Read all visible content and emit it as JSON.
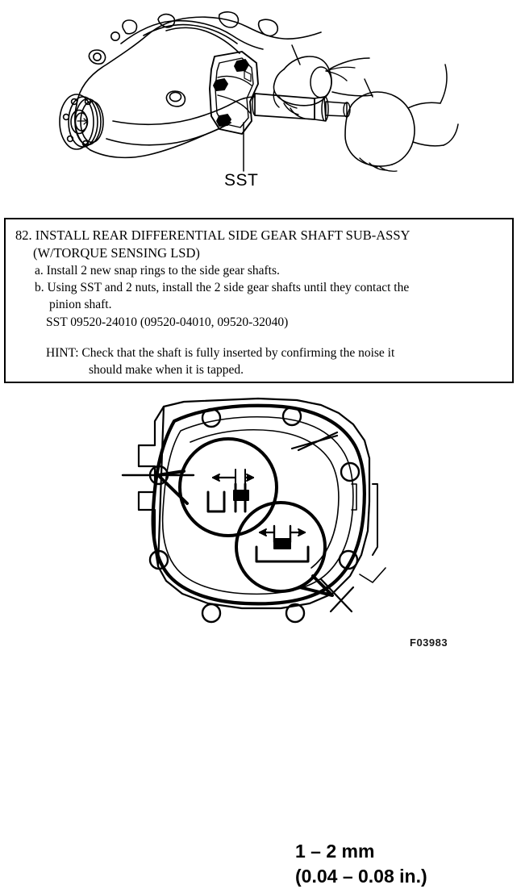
{
  "page": {
    "figure_code": "F03983",
    "background_color": "#ffffff",
    "ink_color": "#000000"
  },
  "figure_top": {
    "name": "rear-differential-carrier-with-sst-illustration",
    "callout_label": "SST",
    "description": "Line drawing of rear differential carrier assembly with special service tool and two hands installing side gear shaft"
  },
  "instruction_box": {
    "step_number": "82.",
    "title_line1": "82. INSTALL REAR DIFFERENTIAL SIDE GEAR SHAFT SUB-ASSY",
    "title_line2": "(W/TORQUE SENSING LSD)",
    "items": [
      {
        "marker": "a.",
        "text": "a. Install 2 new snap rings to the side gear shafts.",
        "continuation": ""
      },
      {
        "marker": "b.",
        "text": "b. Using SST and 2 nuts, install the 2 side gear shafts until they contact the",
        "continuation": "pinion shaft."
      }
    ],
    "sst_part_numbers": "SST 09520-24010 (09520-04010, 09520-32040)",
    "hint_line1": "HINT: Check that the shaft is fully inserted by confirming the noise it",
    "hint_line2": "should make when it is tapped."
  },
  "figure_bottom": {
    "name": "differential-carrier-face-with-snap-ring-callouts",
    "dimension_metric": "1 – 2 mm",
    "dimension_imperial": "(0.04 – 0.08 in.)",
    "description": "Differential carrier rear face with gasket outline and bolt holes, two magnified balloon callouts showing snap ring protrusion clearance"
  }
}
